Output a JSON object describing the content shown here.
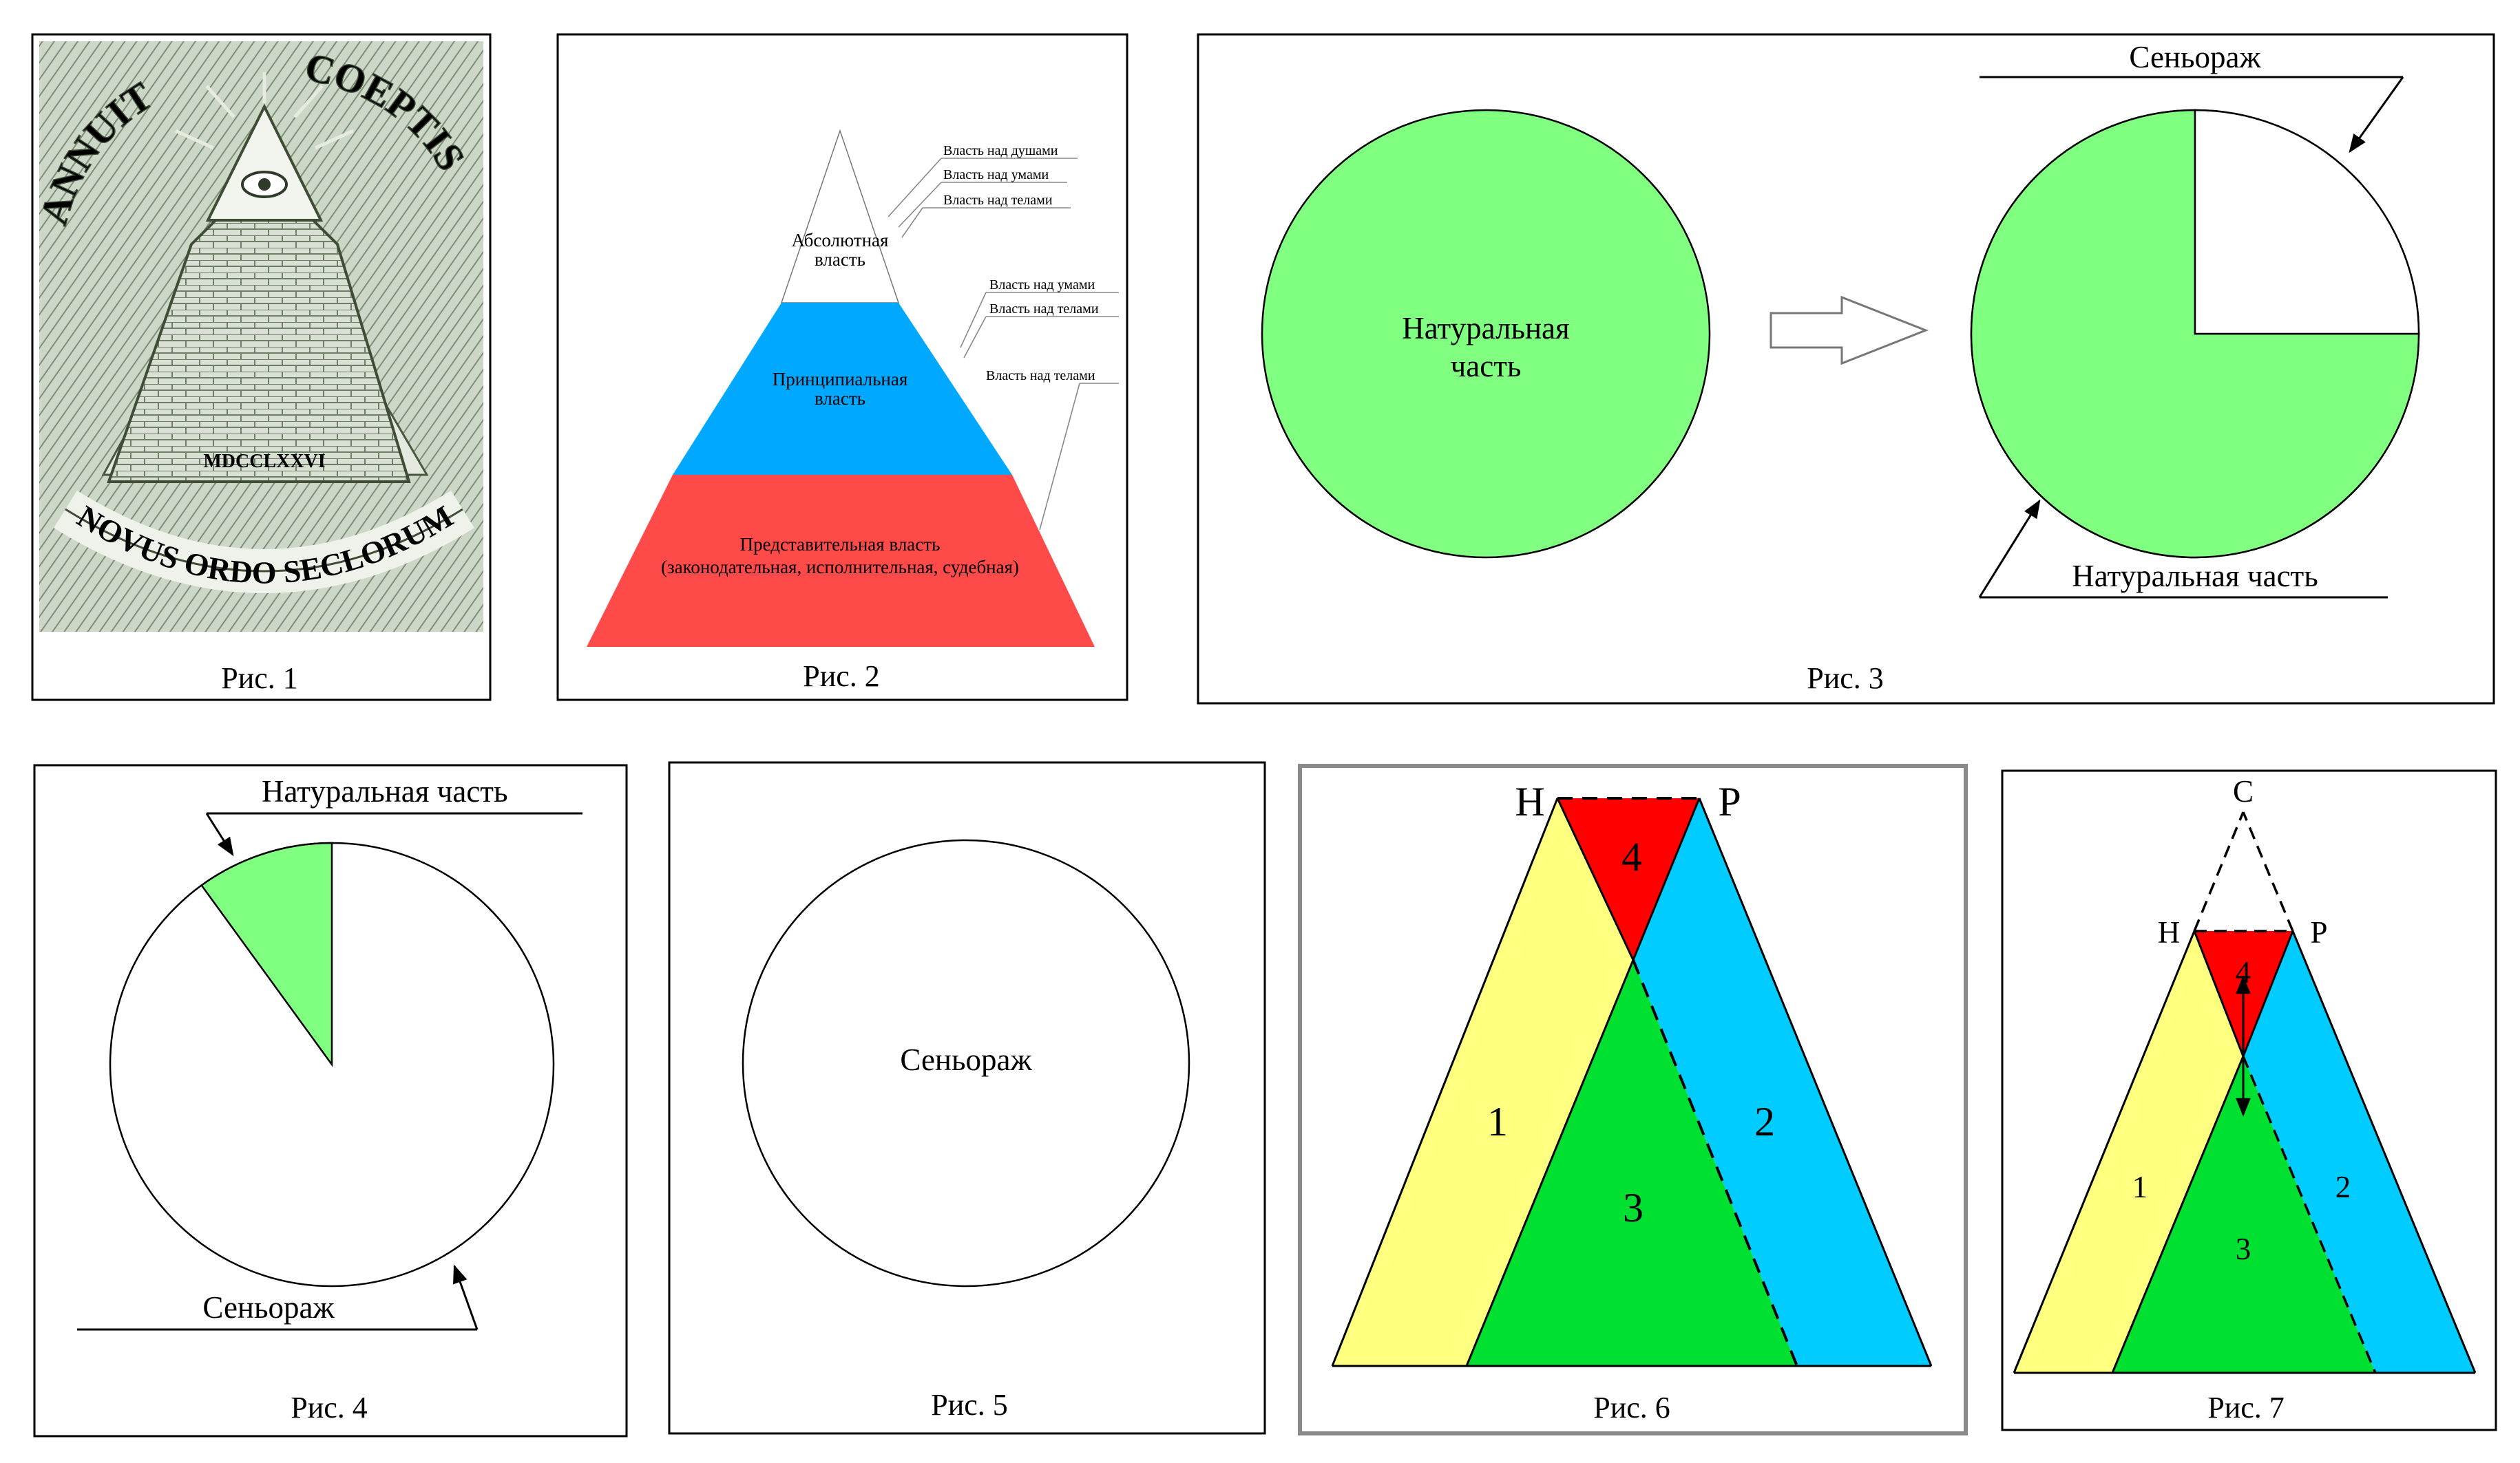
{
  "captions": [
    "Рис. 1",
    "Рис. 2",
    "Рис. 3",
    "Рис. 4",
    "Рис. 5",
    "Рис. 6",
    "Рис. 7"
  ],
  "fig1": {
    "motto_top_left": "ANNUIT",
    "motto_top_right": "COEPTIS",
    "year": "MDCCLXXVI",
    "motto_bottom": "NOVUS ORDO SECLORUM"
  },
  "fig2": {
    "levels": [
      {
        "label_lines": [
          "Абсолютная",
          "власть"
        ],
        "color": "#ffffff",
        "notes": [
          "Власть над душами",
          "Власть над умами",
          "Власть над телами"
        ]
      },
      {
        "label_lines": [
          "Принципиальная",
          "власть"
        ],
        "color": "#00a9ff",
        "notes": [
          "Власть над умами",
          "Власть над телами"
        ]
      },
      {
        "label_lines": [
          "Представительная власть",
          "(законодательная, исполнительная, судебная)"
        ],
        "color": "#ff4a4a",
        "notes": [
          "Власть над телами"
        ]
      }
    ]
  },
  "fig3": {
    "left_label_lines": [
      "Натуральная",
      "часть"
    ],
    "seigniorage_label": "Сеньораж",
    "natural_label": "Натуральная часть",
    "green": "#80ff80",
    "seigniorage_share": 0.25
  },
  "fig4": {
    "natural_label": "Натуральная часть",
    "seigniorage_label": "Сеньораж",
    "natural_share": 0.1
  },
  "fig5": {
    "label": "Сеньораж"
  },
  "fig6": {
    "vertex_left": "Н",
    "vertex_right": "Р",
    "regions": [
      "1",
      "2",
      "3",
      "4"
    ],
    "colors": {
      "r1": "#ffff80",
      "r2": "#00ccff",
      "r3": "#00e030",
      "r4": "#ff0000"
    }
  },
  "fig7": {
    "apex": "С",
    "vertex_left": "Н",
    "vertex_right": "Р",
    "regions": [
      "1",
      "2",
      "3",
      "4"
    ]
  }
}
